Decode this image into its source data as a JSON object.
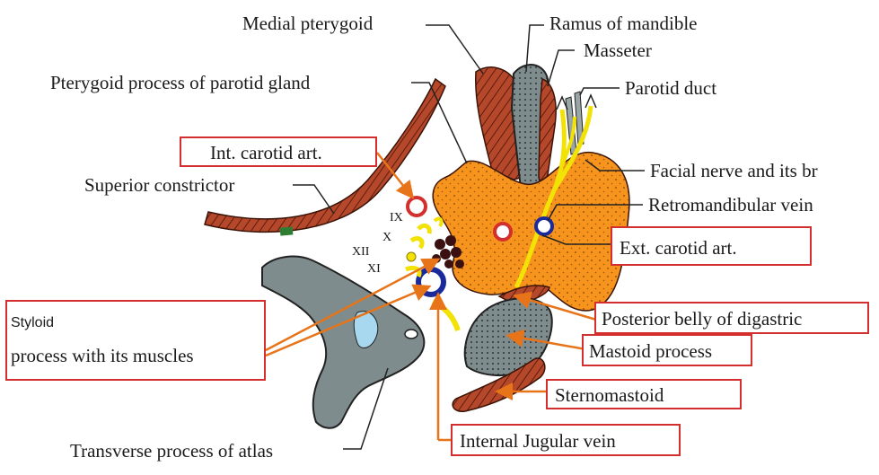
{
  "labels": {
    "medial_pterygoid": "Medial pterygoid",
    "ramus_of_mandible": "Ramus of mandible",
    "masseter": "Masseter",
    "pterygoid_process": "Pterygoid process of parotid gland",
    "parotid_duct": "Parotid duct",
    "int_carotid": "Int. carotid art.",
    "superior_constrictor": "Superior constrictor",
    "facial_nerve": "Facial nerve and its br",
    "retromandibular_vein": "Retromandibular vein",
    "ext_carotid": "Ext. carotid art.",
    "styloid_line1": "Styloid",
    "styloid_line2": "process with its muscles",
    "posterior_belly": "Posterior belly of digastric",
    "mastoid_process": "Mastoid process",
    "sternomastoid": "Sternomastoid",
    "internal_jugular": "Internal Jugular vein",
    "transverse_process": "Transverse process of atlas"
  },
  "nerves": {
    "ix": "IX",
    "x": "X",
    "xii": "XII",
    "xi": "XI"
  },
  "colors": {
    "gland": "#f7941d",
    "muscle": "#b5472a",
    "bone": "#7f8c8d",
    "nerve": "#f2e205",
    "artery_ring": "#d32f2f",
    "vein_ring": "#1a2a9c",
    "box_border": "#d32f2f",
    "pointer_arrow": "#e8741a"
  }
}
